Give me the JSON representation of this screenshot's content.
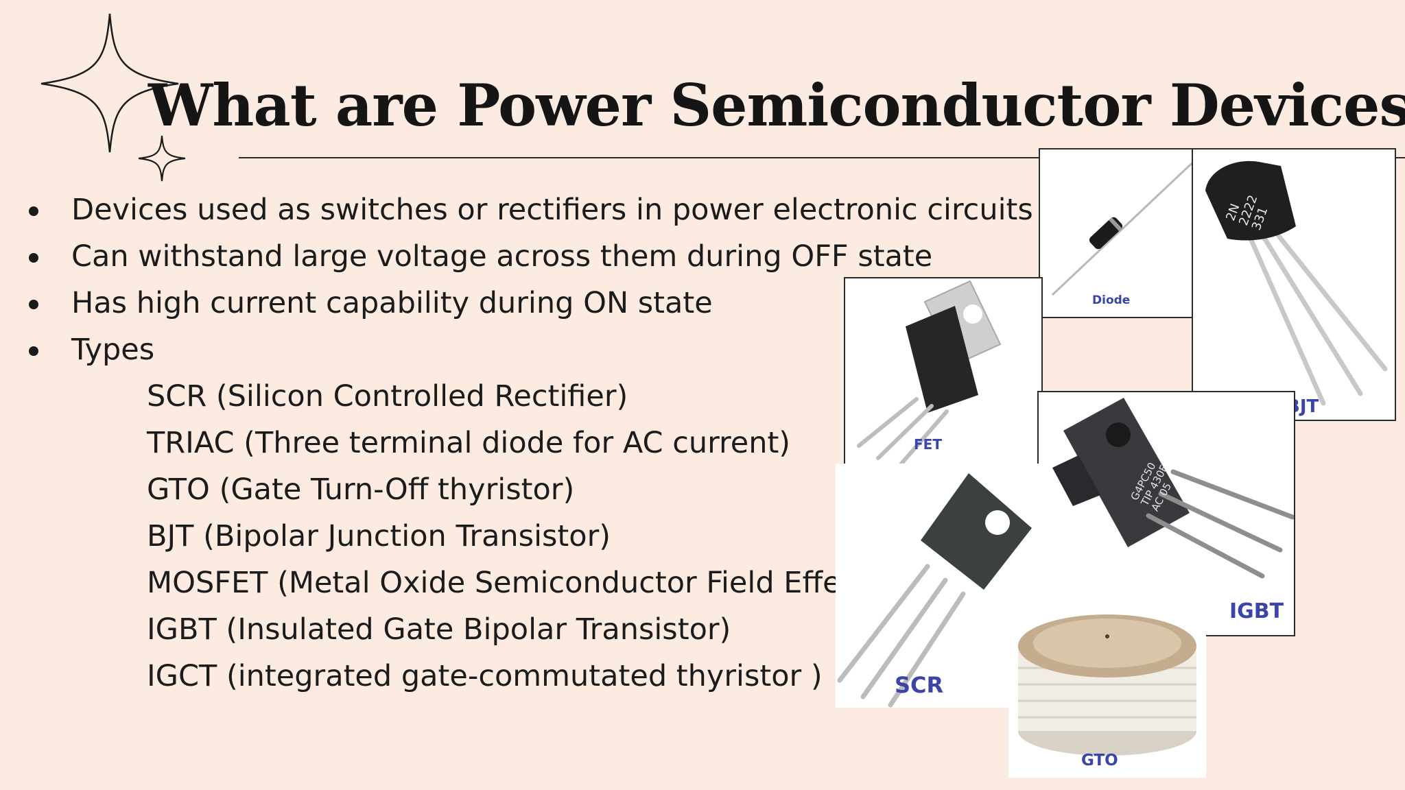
{
  "slide": {
    "title": "What are Power Semiconductor Devices?",
    "bullets": [
      "Devices used as switches or rectifiers in power electronic circuits",
      "Can withstand large voltage across them during OFF state",
      "Has high current capability during ON state",
      "Types"
    ],
    "types": [
      "SCR (Silicon Controlled Rectifier)",
      "TRIAC (Three terminal diode for AC current)",
      "GTO (Gate Turn-Off thyristor)",
      "BJT (Bipolar Junction Transistor)",
      "MOSFET (Metal Oxide Semiconductor Field Effect Transistor)",
      "IGBT (Insulated Gate Bipolar Transistor)",
      "IGCT (integrated gate-commutated thyristor )"
    ]
  },
  "images": {
    "diode": {
      "caption": "Diode"
    },
    "bjt": {
      "caption": "BJT",
      "marking_lines": [
        "2N",
        "2222",
        "331"
      ]
    },
    "fet": {
      "caption": "FET"
    },
    "igbt": {
      "caption": "IGBT",
      "marking_lines": [
        "G4PC50",
        "TIP 430F",
        "AC 05"
      ]
    },
    "scr": {
      "caption": "SCR"
    },
    "gto": {
      "caption": "GTO"
    }
  },
  "colors": {
    "background": "#fcebe0",
    "text": "#1b1b1b",
    "caption": "#3b45a8"
  }
}
